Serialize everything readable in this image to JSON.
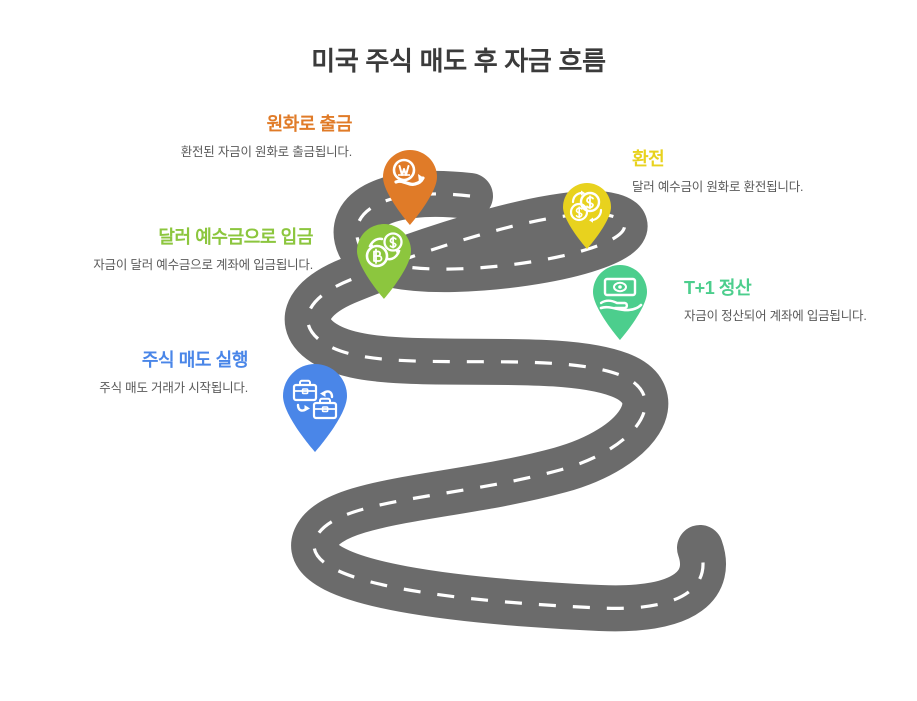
{
  "header": {
    "title": "미국 주식 매도 후 자금 흐름"
  },
  "colors": {
    "road": "#6B6B6B",
    "road_dash": "#FFFFFF",
    "title_text": "#3B3B3B",
    "desc_text": "#5A5A5A",
    "step_blue": "#4A86E8",
    "step_green": "#4CCE8D",
    "step_yellowgreen": "#8CC63E",
    "step_yellow": "#E8D21E",
    "step_orange": "#E07B28",
    "background": "#FFFFFF"
  },
  "steps": [
    {
      "id": "sell-execution",
      "order": 1,
      "title": "주식 매도 실행",
      "description": "주식 매도 거래가 시작됩니다.",
      "color": "#4A86E8",
      "icon": "briefcase-exchange-icon",
      "align": "right"
    },
    {
      "id": "t-plus-1-settlement",
      "order": 2,
      "title": "T+1 정산",
      "description": "자금이 정산되어 계좌에 입금됩니다.",
      "color": "#4CCE8D",
      "icon": "hand-holding-banknote-icon",
      "align": "left"
    },
    {
      "id": "dollar-deposit",
      "order": 3,
      "title": "달러 예수금으로 입금",
      "description": "자금이 달러 예수금으로 계좌에 입금됩니다.",
      "color": "#8CC63E",
      "icon": "coin-exchange-icon",
      "align": "right"
    },
    {
      "id": "currency-exchange",
      "order": 4,
      "title": "환전",
      "description": "달러 예수금이 원화로 환전됩니다.",
      "color": "#E8D21E",
      "icon": "dollar-coins-stack-icon",
      "align": "left"
    },
    {
      "id": "krw-withdrawal",
      "order": 5,
      "title": "원화로 출금",
      "description": "환전된 자금이 원화로 출금됩니다.",
      "color": "#E07B28",
      "icon": "won-coin-hand-icon",
      "align": "right"
    }
  ]
}
